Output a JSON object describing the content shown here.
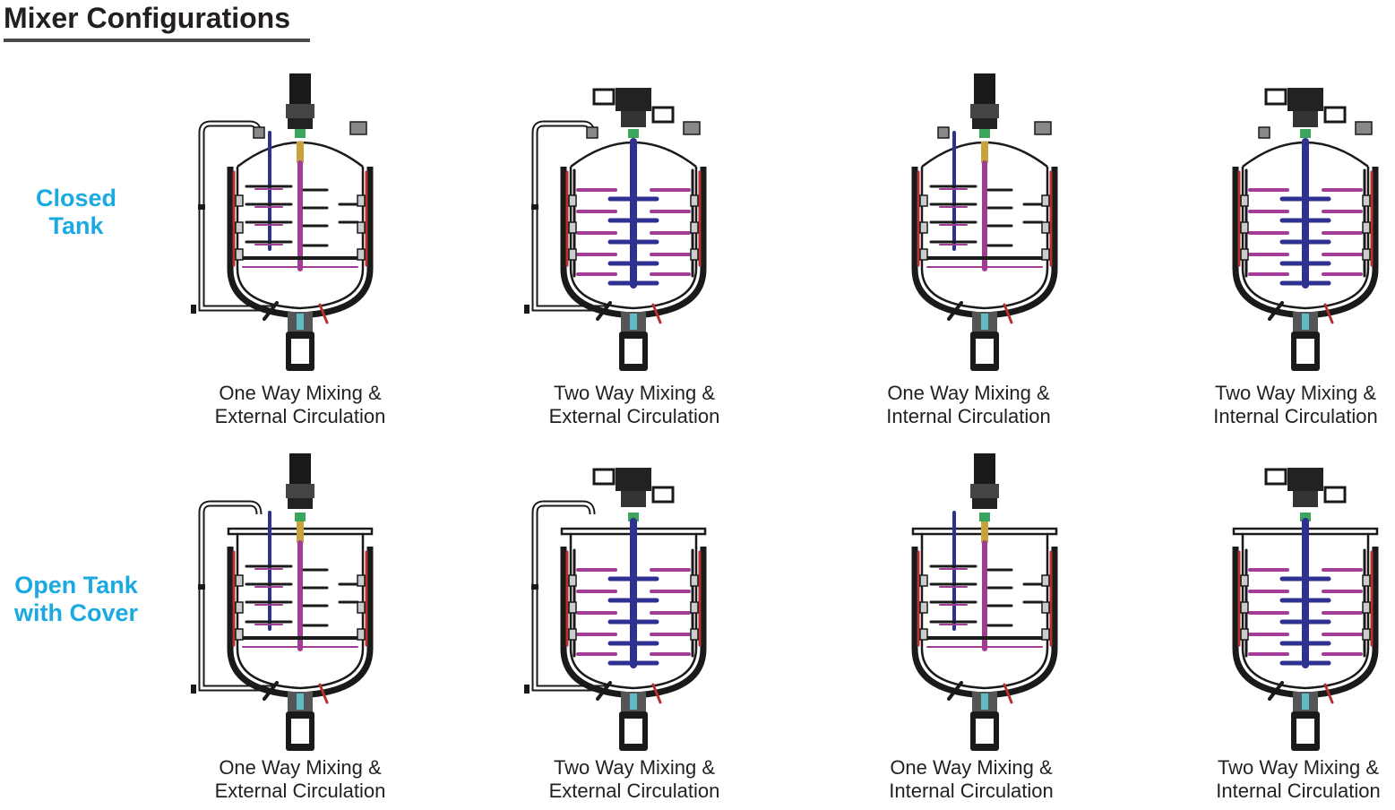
{
  "title": "Mixer Configurations",
  "colors": {
    "title_text": "#231f20",
    "title_underline": "#4a4a4a",
    "row_label": "#1ba9e1",
    "tank_outline": "#1a1a1a",
    "shaft_blue": "#2e3192",
    "shaft_magenta": "#a23d96",
    "seal_gold": "#c8a23c",
    "jacket_red": "#b5312f",
    "fitting_teal": "#5fbcc4",
    "seal_green": "#3aa55d"
  },
  "rows": [
    {
      "label_line1": "Closed",
      "label_line2": "Tank",
      "tanks": [
        {
          "caption_line1": "One Way Mixing &",
          "caption_line2": "External Circulation",
          "mixing": "one-way",
          "circulation": "external",
          "top": "closed"
        },
        {
          "caption_line1": "Two Way Mixing &",
          "caption_line2": "External Circulation",
          "mixing": "two-way",
          "circulation": "external",
          "top": "closed"
        },
        {
          "caption_line1": "One Way Mixing &",
          "caption_line2": "Internal Circulation",
          "mixing": "one-way",
          "circulation": "internal",
          "top": "closed"
        },
        {
          "caption_line1": "Two Way Mixing &",
          "caption_line2": "Internal Circulation",
          "mixing": "two-way",
          "circulation": "internal",
          "top": "closed"
        }
      ]
    },
    {
      "label_line1": "Open Tank",
      "label_line2": "with Cover",
      "tanks": [
        {
          "caption_line1": "One Way Mixing &",
          "caption_line2": "External Circulation",
          "mixing": "one-way",
          "circulation": "external",
          "top": "open"
        },
        {
          "caption_line1": "Two Way Mixing &",
          "caption_line2": "External Circulation",
          "mixing": "two-way",
          "circulation": "external",
          "top": "open"
        },
        {
          "caption_line1": "One Way Mixing &",
          "caption_line2": "Internal Circulation",
          "mixing": "one-way",
          "circulation": "internal",
          "top": "open"
        },
        {
          "caption_line1": "Two Way Mixing &",
          "caption_line2": "Internal Circulation",
          "mixing": "two-way",
          "circulation": "internal",
          "top": "open"
        }
      ]
    }
  ]
}
